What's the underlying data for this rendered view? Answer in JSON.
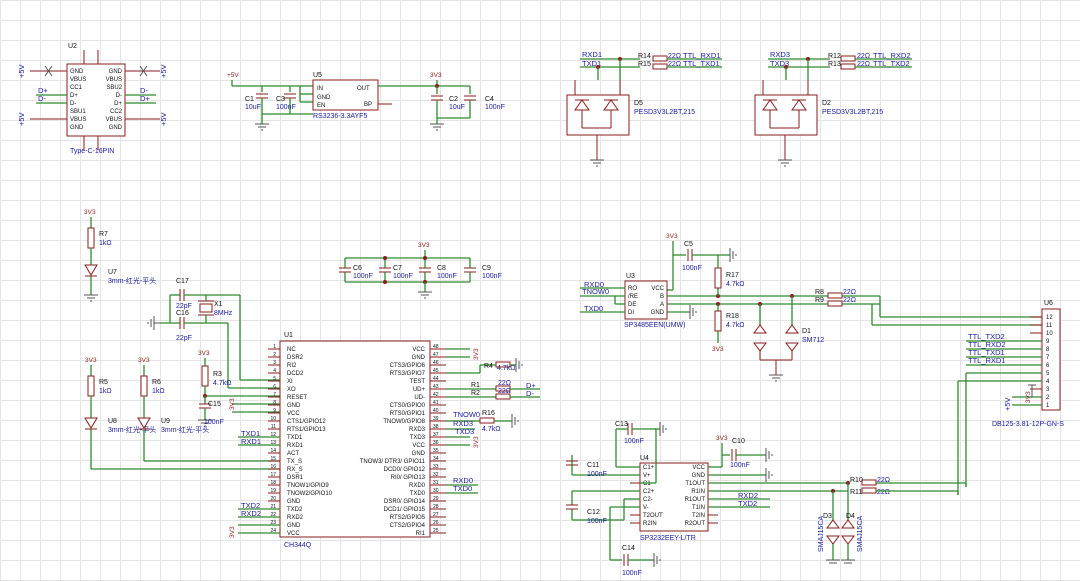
{
  "labels": {
    "u2": "U2",
    "u2_name": "Type-C-16PIN",
    "u2_left": [
      "GND",
      "VBUS",
      "CC1",
      "D+",
      "D-",
      "SBU1",
      "VBUS",
      "GND"
    ],
    "u2_right": [
      "GND",
      "VBUS",
      "SBU2",
      "D-",
      "D+",
      "CC2",
      "VBUS",
      "GND"
    ],
    "u5": "U5",
    "u5_name": "RS3236-3.3AYF5",
    "u5_in": "IN",
    "u5_gnd": "GND",
    "u5_en": "EN",
    "u5_out": "OUT",
    "u5_bp": "BP",
    "c1": "C1",
    "c1_v": "10uF",
    "c3": "C3",
    "c3_v": "100nF",
    "c2": "C2",
    "c2_v": "10uF",
    "c4": "C4",
    "c4_v": "100nF",
    "r14": "R14",
    "r15": "R15",
    "r12": "R12",
    "r13": "R13",
    "r22": "22Ω",
    "d5": "D5",
    "d5_name": "PESD3V3L2BT,215",
    "d2": "D2",
    "d2_name": "PESD3V3L2BT,215",
    "r7": "R7",
    "r7_v": "1kΩ",
    "u7": "U7",
    "led_red": "3mm-红光-平头",
    "c17": "C17",
    "c16": "C16",
    "c22p": "22pF",
    "x1": "X1",
    "x1_v": "8MHz",
    "r5": "R5",
    "r6": "R6",
    "r1k": "1kΩ",
    "u8": "U8",
    "u9": "U9",
    "r3": "R3",
    "r3_v": "4.7kΩ",
    "c15": "C15",
    "c15_v": "100nF",
    "c6": "C6",
    "c7": "C7",
    "c8": "C8",
    "c9": "C9",
    "c100n": "100nF",
    "u1": "U1",
    "u1_name": "CH344Q",
    "u1_left": [
      "NC",
      "DSR2",
      "RI2",
      "DCD2",
      "XI",
      "XO",
      "RESET",
      "GND",
      "VCC",
      "CTS1/GPIO12",
      "RTS1/GPIO13",
      "TXD1",
      "RXD1",
      "ACT",
      "TX_S",
      "RX_S",
      "DSR1",
      "TNOW1/GPIO9",
      "TNOW2/GPIO10",
      "GND",
      "TXD2",
      "RXD2",
      "GND",
      "VCC"
    ],
    "u1_right": [
      "VCC",
      "GND",
      "CTS3/GPIO6",
      "RTS3/GPIO7",
      "TEST",
      "UD+",
      "UD-",
      "CTS0/GPIO0",
      "RTS0/GPIO1",
      "TNOW0/GPIO8",
      "RXD3",
      "TXD3",
      "VCC",
      "GND",
      "TNOW3/ DTR3/ GPIO11",
      "DCD0/ GPIO12",
      "RI0/ GPIO13",
      "RXD0",
      "TXD0",
      "DSR0/ GPIO14",
      "DCD1/ GPIO15",
      "RTS2/GPIO5",
      "CTS2/GPIO4",
      "RI1"
    ],
    "r4": "R4",
    "r16": "R16",
    "r47k": "4.7kΩ",
    "r1": "R1",
    "r2": "R2",
    "c5": "C5",
    "u3": "U3",
    "u3_name": "SP3485EEN(UMW)",
    "u3_l": [
      "RO",
      "/RE",
      "DE",
      "DI"
    ],
    "u3_r": [
      "VCC",
      "B",
      "A",
      "GND"
    ],
    "r17": "R17",
    "r18": "R18",
    "r8": "R8",
    "r9": "R9",
    "d1": "D1",
    "d1_name": "SM712",
    "u6": "U6",
    "u6_name": "DB125-3.81-12P-GN-S",
    "u6_pins": [
      "12",
      "11",
      "10",
      "9",
      "8",
      "7",
      "6",
      "5",
      "4",
      "3",
      "2",
      "1"
    ],
    "u4": "U4",
    "u4_name": "SP3232EEY-L/TR",
    "u4_l": [
      "C1+",
      "V+",
      "C1-",
      "C2+",
      "C2-",
      "V-",
      "T2OUT",
      "R2IN"
    ],
    "u4_r": [
      "VCC",
      "GND",
      "T1OUT",
      "R1IN",
      "R1OUT",
      "T1IN",
      "T2IN",
      "R2OUT"
    ],
    "c13": "C13",
    "c11": "C11",
    "c12": "C12",
    "c14": "C14",
    "c10": "C10",
    "r10": "R10",
    "r11": "R11",
    "d3": "D3",
    "d4": "D4",
    "smaj": "SMAJ15CA"
  },
  "nets": {
    "p5v": "+5V",
    "p3v3": "3V3",
    "dp": "D+",
    "dm": "D-",
    "rxd1": "RXD1",
    "txd1": "TXD1",
    "rxd2": "RXD2",
    "txd2": "TXD2",
    "rxd3": "RXD3",
    "txd3": "TXD3",
    "rxd0": "RXD0",
    "txd0": "TXD0",
    "tnow0": "TNOW0",
    "ttl_rxd1": "TTL_RXD1",
    "ttl_txd1": "TTL_TXD1",
    "ttl_rxd2": "TTL_RXD2",
    "ttl_txd2": "TTL_TXD2"
  }
}
